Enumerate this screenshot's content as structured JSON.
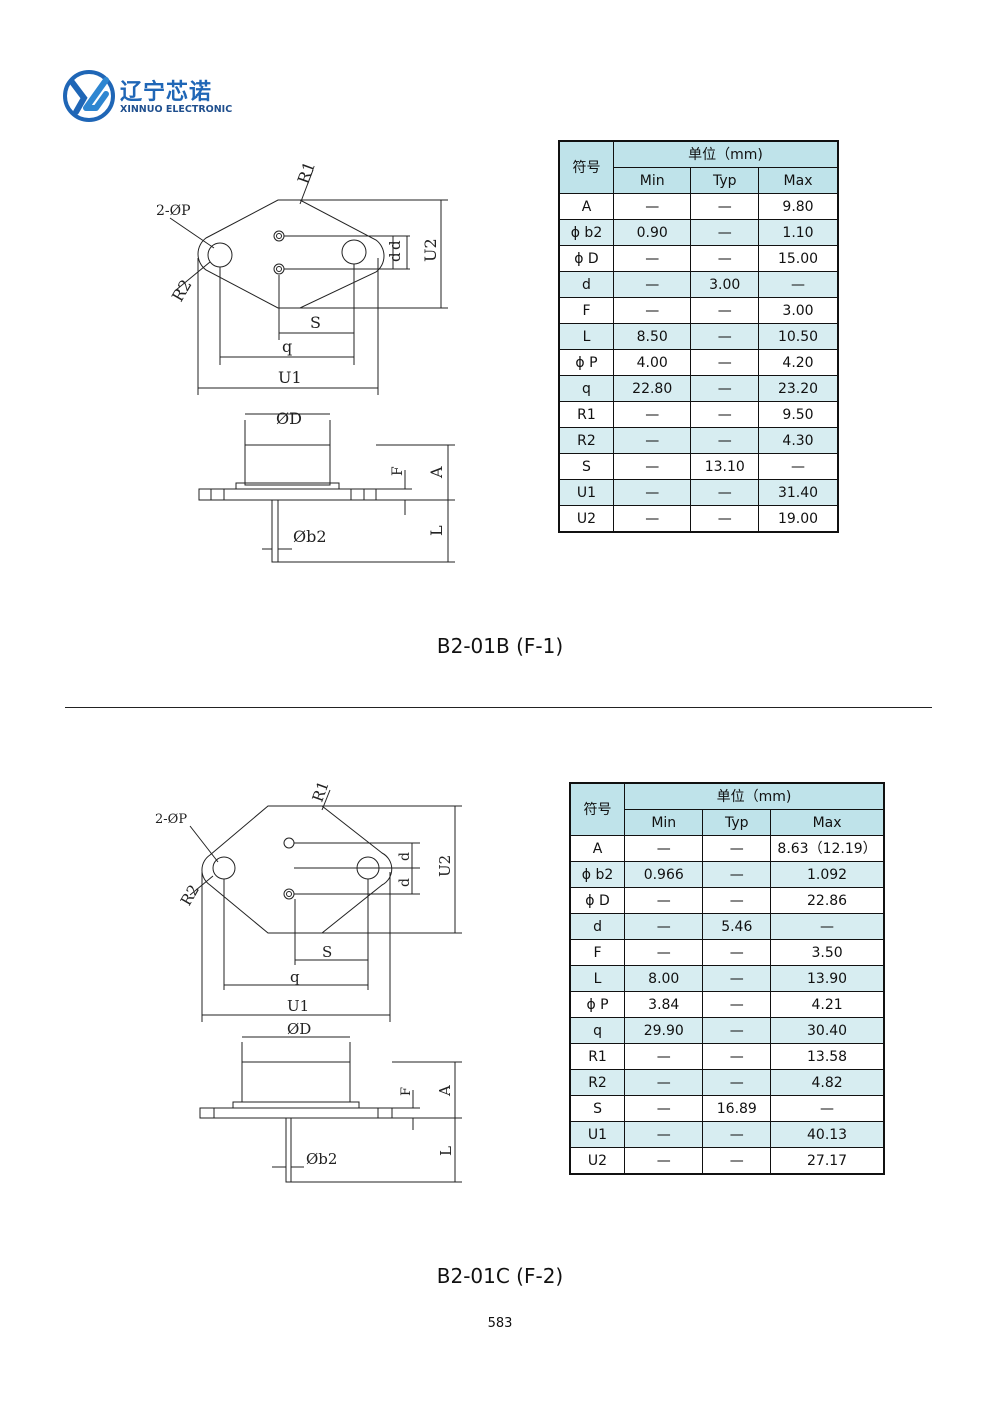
{
  "logo": {
    "cn": "辽宁芯诺",
    "en": "XINNUO ELECTRONIC",
    "colors": {
      "primary": "#1f66b6",
      "secondary": "#1f4f8e"
    }
  },
  "section1": {
    "caption": "B2-01B (F-1)",
    "drawing_labels": {
      "r1": "R1",
      "two_p": "2-ØP",
      "r2": "R2",
      "d1": "d",
      "d2": "d",
      "u2": "U2",
      "s": "S",
      "q": "q",
      "u1": "U1",
      "od": "ØD",
      "f": "F",
      "a": "A",
      "ob2": "Øb2",
      "l": "L"
    },
    "table": {
      "symbol_header": "符号",
      "unit_header": "单位（mm)",
      "columns": [
        "Min",
        "Typ",
        "Max"
      ],
      "rows": [
        {
          "sym": "A",
          "min": "—",
          "typ": "—",
          "max": "9.80"
        },
        {
          "sym": "ϕ b2",
          "min": "0.90",
          "typ": "—",
          "max": "1.10"
        },
        {
          "sym": "ϕ D",
          "min": "—",
          "typ": "—",
          "max": "15.00"
        },
        {
          "sym": "d",
          "min": "—",
          "typ": "3.00",
          "max": "—"
        },
        {
          "sym": "F",
          "min": "—",
          "typ": "—",
          "max": "3.00"
        },
        {
          "sym": "L",
          "min": "8.50",
          "typ": "—",
          "max": "10.50"
        },
        {
          "sym": "ϕ P",
          "min": "4.00",
          "typ": "—",
          "max": "4.20"
        },
        {
          "sym": "q",
          "min": "22.80",
          "typ": "—",
          "max": "23.20"
        },
        {
          "sym": "R1",
          "min": "—",
          "typ": "—",
          "max": "9.50"
        },
        {
          "sym": "R2",
          "min": "—",
          "typ": "—",
          "max": "4.30"
        },
        {
          "sym": "S",
          "min": "—",
          "typ": "13.10",
          "max": "—"
        },
        {
          "sym": "U1",
          "min": "—",
          "typ": "—",
          "max": "31.40"
        },
        {
          "sym": "U2",
          "min": "—",
          "typ": "—",
          "max": "19.00"
        }
      ]
    }
  },
  "section2": {
    "caption": "B2-01C (F-2)",
    "drawing_labels": {
      "r1": "R1",
      "two_p": "2-ØP",
      "r2": "R2",
      "d1": "d",
      "d2": "d",
      "u2": "U2",
      "s": "S",
      "q": "q",
      "u1": "U1",
      "od": "ØD",
      "f": "F",
      "a": "A",
      "ob2": "Øb2",
      "l": "L"
    },
    "table": {
      "symbol_header": "符号",
      "unit_header": "单位（mm)",
      "columns": [
        "Min",
        "Typ",
        "Max"
      ],
      "rows": [
        {
          "sym": "A",
          "min": "—",
          "typ": "—",
          "max": "8.63（12.19）"
        },
        {
          "sym": "ϕ b2",
          "min": "0.966",
          "typ": "—",
          "max": "1.092"
        },
        {
          "sym": "ϕ D",
          "min": "—",
          "typ": "—",
          "max": "22.86"
        },
        {
          "sym": "d",
          "min": "—",
          "typ": "5.46",
          "max": "—"
        },
        {
          "sym": "F",
          "min": "—",
          "typ": "—",
          "max": "3.50"
        },
        {
          "sym": "L",
          "min": "8.00",
          "typ": "—",
          "max": "13.90"
        },
        {
          "sym": "ϕ P",
          "min": "3.84",
          "typ": "—",
          "max": "4.21"
        },
        {
          "sym": "q",
          "min": "29.90",
          "typ": "—",
          "max": "30.40"
        },
        {
          "sym": "R1",
          "min": "—",
          "typ": "—",
          "max": "13.58"
        },
        {
          "sym": "R2",
          "min": "—",
          "typ": "—",
          "max": "4.82"
        },
        {
          "sym": "S",
          "min": "—",
          "typ": "16.89",
          "max": "—"
        },
        {
          "sym": "U1",
          "min": "—",
          "typ": "—",
          "max": "40.13"
        },
        {
          "sym": "U2",
          "min": "—",
          "typ": "—",
          "max": "27.17"
        }
      ]
    }
  },
  "page_number": "583"
}
